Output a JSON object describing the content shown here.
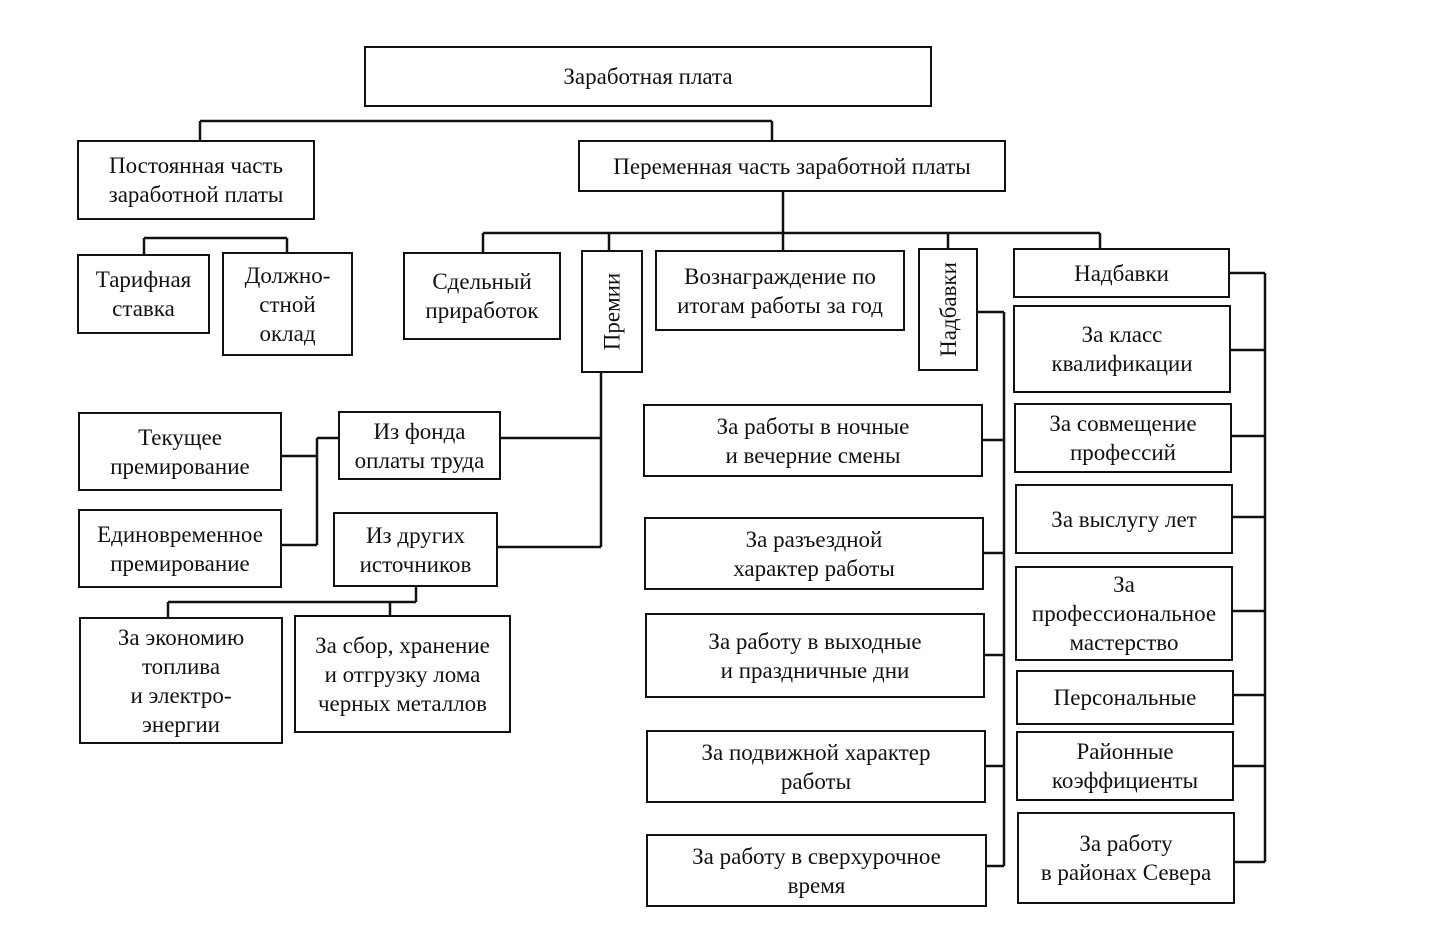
{
  "title": "Заработная плата",
  "constant": {
    "label": "Постоянная часть\nзаработной платы",
    "children": [
      "Тарифная\nставка",
      "Должно-\nстной\nоклад"
    ]
  },
  "variable": {
    "label": "Переменная часть заработной платы",
    "piecework": "Сдельный\nприработок",
    "annual_reward": "Вознаграждение по\nитогам работы за год",
    "bonuses": {
      "label": "Премии",
      "from_payroll_fund": "Из фонда\nоплаты труда",
      "from_other_sources": "Из других\nисточников",
      "current": "Текущее\nпремирование",
      "one_time": "Единовременное\nпремирование",
      "fuel_energy_saving": "За экономию\nтоплива\nи электро-\nэнергии",
      "scrap_metal": "За сбор, хранение\nи отгрузку лома\nчерных металлов"
    },
    "surcharges_vertical": {
      "label": "Надбавки",
      "items": [
        "За работы в ночные\nи вечерние смены",
        "За разъездной\nхарактер работы",
        "За работу в выходные\nи праздничные дни",
        "За подвижной характер\nработы",
        "За работу в сверхурочное\nвремя"
      ]
    },
    "allowances": {
      "label": "Надбавки",
      "items": [
        "За класс\nквалификации",
        "За совмещение\nпрофессий",
        "За выслугу лет",
        "За\nпрофессиональное\nмастерство",
        "Персональные",
        "Районные\nкоэффициенты",
        "За работу\nв районах Севера"
      ]
    }
  }
}
